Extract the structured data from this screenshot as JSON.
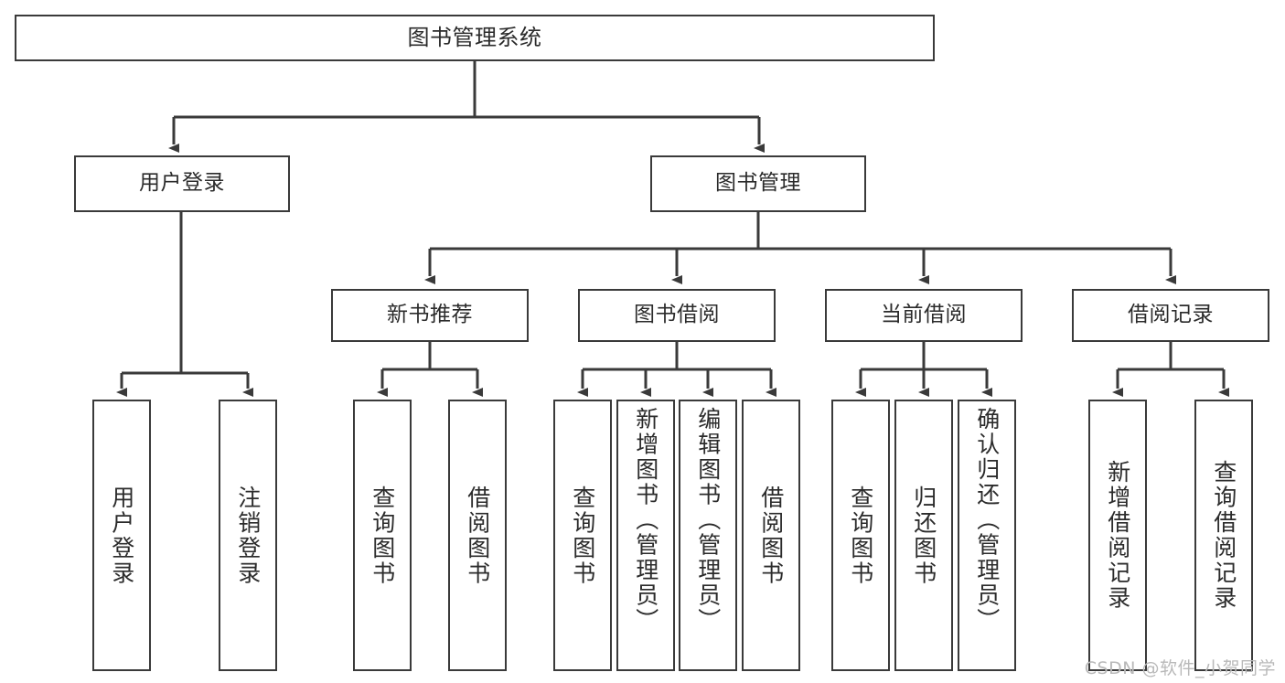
{
  "diagram": {
    "title_node": {
      "id": "root",
      "label": "图书管理系统"
    },
    "level1": [
      {
        "id": "user-login",
        "label": "用户登录"
      },
      {
        "id": "book-manage",
        "label": "图书管理"
      }
    ],
    "level2": [
      {
        "id": "new-book-recommend",
        "label": "新书推荐"
      },
      {
        "id": "book-borrow",
        "label": "图书借阅"
      },
      {
        "id": "current-borrow",
        "label": "当前借阅"
      },
      {
        "id": "borrow-record",
        "label": "借阅记录"
      }
    ],
    "leaves": [
      {
        "id": "leaf-user-login",
        "label": "用户登录",
        "parent": "user-login"
      },
      {
        "id": "leaf-logout",
        "label": "注销登录",
        "parent": "user-login"
      },
      {
        "id": "leaf-query-book-1",
        "label": "查询图书",
        "parent": "new-book-recommend"
      },
      {
        "id": "leaf-borrow-book-1",
        "label": "借阅图书",
        "parent": "new-book-recommend"
      },
      {
        "id": "leaf-query-book-2",
        "label": "查询图书",
        "parent": "book-borrow"
      },
      {
        "id": "leaf-add-book",
        "label": "新增图书（管理员）",
        "parent": "book-borrow"
      },
      {
        "id": "leaf-edit-book",
        "label": "编辑图书（管理员）",
        "parent": "book-borrow"
      },
      {
        "id": "leaf-borrow-book-2",
        "label": "借阅图书",
        "parent": "book-borrow"
      },
      {
        "id": "leaf-query-book-3",
        "label": "查询图书",
        "parent": "current-borrow"
      },
      {
        "id": "leaf-return-book",
        "label": "归还图书",
        "parent": "current-borrow"
      },
      {
        "id": "leaf-confirm-return",
        "label": "确认归还（管理员）",
        "parent": "current-borrow"
      },
      {
        "id": "leaf-add-record",
        "label": "新增借阅记录",
        "parent": "borrow-record"
      },
      {
        "id": "leaf-query-record",
        "label": "查询借阅记录",
        "parent": "borrow-record"
      }
    ],
    "colors": {
      "stroke": "#3a3a3a",
      "fill": "#ffffff",
      "text": "#2b2b2b",
      "watermark": "#b9b9b9"
    },
    "watermark": "CSDN @软件_小贺同学"
  }
}
